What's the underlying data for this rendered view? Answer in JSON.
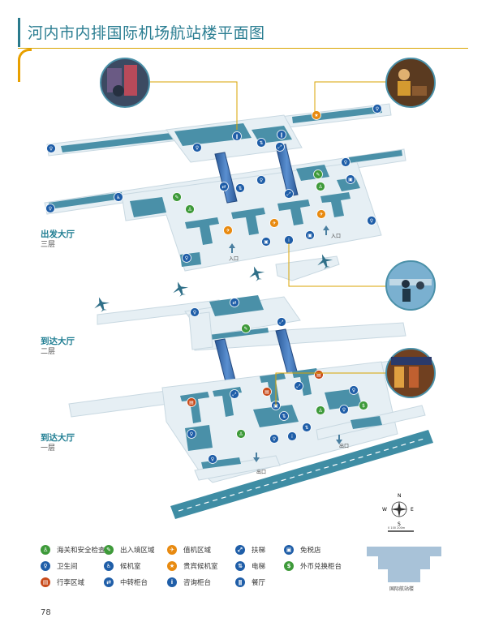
{
  "page": {
    "title": "河内市内排国际机场航站楼平面图",
    "page_number": "78"
  },
  "floors": {
    "third": {
      "name": "出发大厅",
      "level": "三层"
    },
    "second": {
      "name": "到达大厅",
      "level": "二层"
    },
    "first": {
      "name": "到达大厅",
      "level": "一层"
    }
  },
  "map_labels": {
    "entrance": "入口",
    "exit": "出口"
  },
  "compass": {
    "n": "N",
    "s": "S",
    "e": "E",
    "w": "W",
    "scale": "0   100   200m"
  },
  "inset": {
    "label": "国际航站楼"
  },
  "colors": {
    "floor_fill": "#e6eff4",
    "floor_stroke": "#c8d8e1",
    "block": "#4a90a8",
    "block_dark": "#2f7690",
    "escalator": "#2f5fa0",
    "runway": "#3f8da4",
    "callout": "#d8a300",
    "blue_icon": "#1f5ea8",
    "green_icon": "#3e9a3a",
    "orange_icon": "#e88a10",
    "red_icon": "#c84a1a"
  },
  "legend": [
    {
      "icon": "customs-icon",
      "label": "海关和安全检查",
      "color": "#3e9a3a",
      "glyph": "♙"
    },
    {
      "icon": "immigration-icon",
      "label": "出入境区域",
      "color": "#3e9a3a",
      "glyph": "✎"
    },
    {
      "icon": "check-in-icon",
      "label": "值机区域",
      "color": "#e88a10",
      "glyph": "✈"
    },
    {
      "icon": "escalator-icon",
      "label": "扶梯",
      "color": "#1f5ea8",
      "glyph": "⤢"
    },
    {
      "icon": "duty-free-icon",
      "label": "免税店",
      "color": "#1f5ea8",
      "glyph": "▣"
    },
    {
      "icon": "restroom-icon",
      "label": "卫生间",
      "color": "#1f5ea8",
      "glyph": "♀"
    },
    {
      "icon": "waiting-room-icon",
      "label": "候机室",
      "color": "#1f5ea8",
      "glyph": "♿"
    },
    {
      "icon": "vip-lounge-icon",
      "label": "贵宾候机室",
      "color": "#e88a10",
      "glyph": "★"
    },
    {
      "icon": "elevator-icon",
      "label": "电梯",
      "color": "#1f5ea8",
      "glyph": "⇅"
    },
    {
      "icon": "currency-exchange-icon",
      "label": "外币兑换柜台",
      "color": "#3e9a3a",
      "glyph": "$"
    },
    {
      "icon": "baggage-icon",
      "label": "行李区域",
      "color": "#c84a1a",
      "glyph": "▤"
    },
    {
      "icon": "transfer-desk-icon",
      "label": "中转柜台",
      "color": "#1f5ea8",
      "glyph": "⇄"
    },
    {
      "icon": "info-desk-icon",
      "label": "咨询柜台",
      "color": "#1f5ea8",
      "glyph": "i"
    },
    {
      "icon": "restaurant-icon",
      "label": "餐厅",
      "color": "#1f5ea8",
      "glyph": "ǁ"
    }
  ]
}
